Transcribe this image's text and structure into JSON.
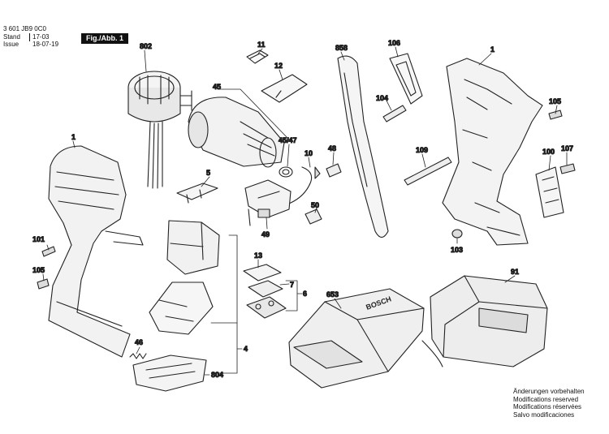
{
  "header": {
    "doc_number": "3 601 JB9 0C0",
    "stand_label": "Stand",
    "issue_label": "Issue",
    "stand_value": "17-03",
    "issue_value": "18-07-19",
    "figure_label": "Fig./Abb. 1"
  },
  "notes": [
    "Änderungen vorbehalten",
    "Modifications reserved",
    "Modifications réservées",
    "Salvo modificaciones"
  ],
  "parts": [
    {
      "id": "p802",
      "label": "802"
    },
    {
      "id": "p11",
      "label": "11"
    },
    {
      "id": "p12",
      "label": "12"
    },
    {
      "id": "p45",
      "label": "45"
    },
    {
      "id": "p4547",
      "label": "45/47"
    },
    {
      "id": "p858",
      "label": "858"
    },
    {
      "id": "p106",
      "label": "106"
    },
    {
      "id": "p1a",
      "label": "1"
    },
    {
      "id": "p1b",
      "label": "1"
    },
    {
      "id": "p104",
      "label": "104"
    },
    {
      "id": "p105a",
      "label": "105"
    },
    {
      "id": "p105b",
      "label": "105"
    },
    {
      "id": "p10",
      "label": "10"
    },
    {
      "id": "p48",
      "label": "48"
    },
    {
      "id": "p109",
      "label": "109"
    },
    {
      "id": "p100",
      "label": "100"
    },
    {
      "id": "p107",
      "label": "107"
    },
    {
      "id": "p5",
      "label": "5"
    },
    {
      "id": "p50",
      "label": "50"
    },
    {
      "id": "p49",
      "label": "49"
    },
    {
      "id": "p101",
      "label": "101"
    },
    {
      "id": "p103",
      "label": "103"
    },
    {
      "id": "p13",
      "label": "13"
    },
    {
      "id": "p7",
      "label": "7"
    },
    {
      "id": "p6",
      "label": "6"
    },
    {
      "id": "p653",
      "label": "653"
    },
    {
      "id": "p91",
      "label": "91"
    },
    {
      "id": "p4",
      "label": "4"
    },
    {
      "id": "p46",
      "label": "46"
    },
    {
      "id": "p804",
      "label": "804"
    }
  ],
  "charger_brand": "BOSCH"
}
